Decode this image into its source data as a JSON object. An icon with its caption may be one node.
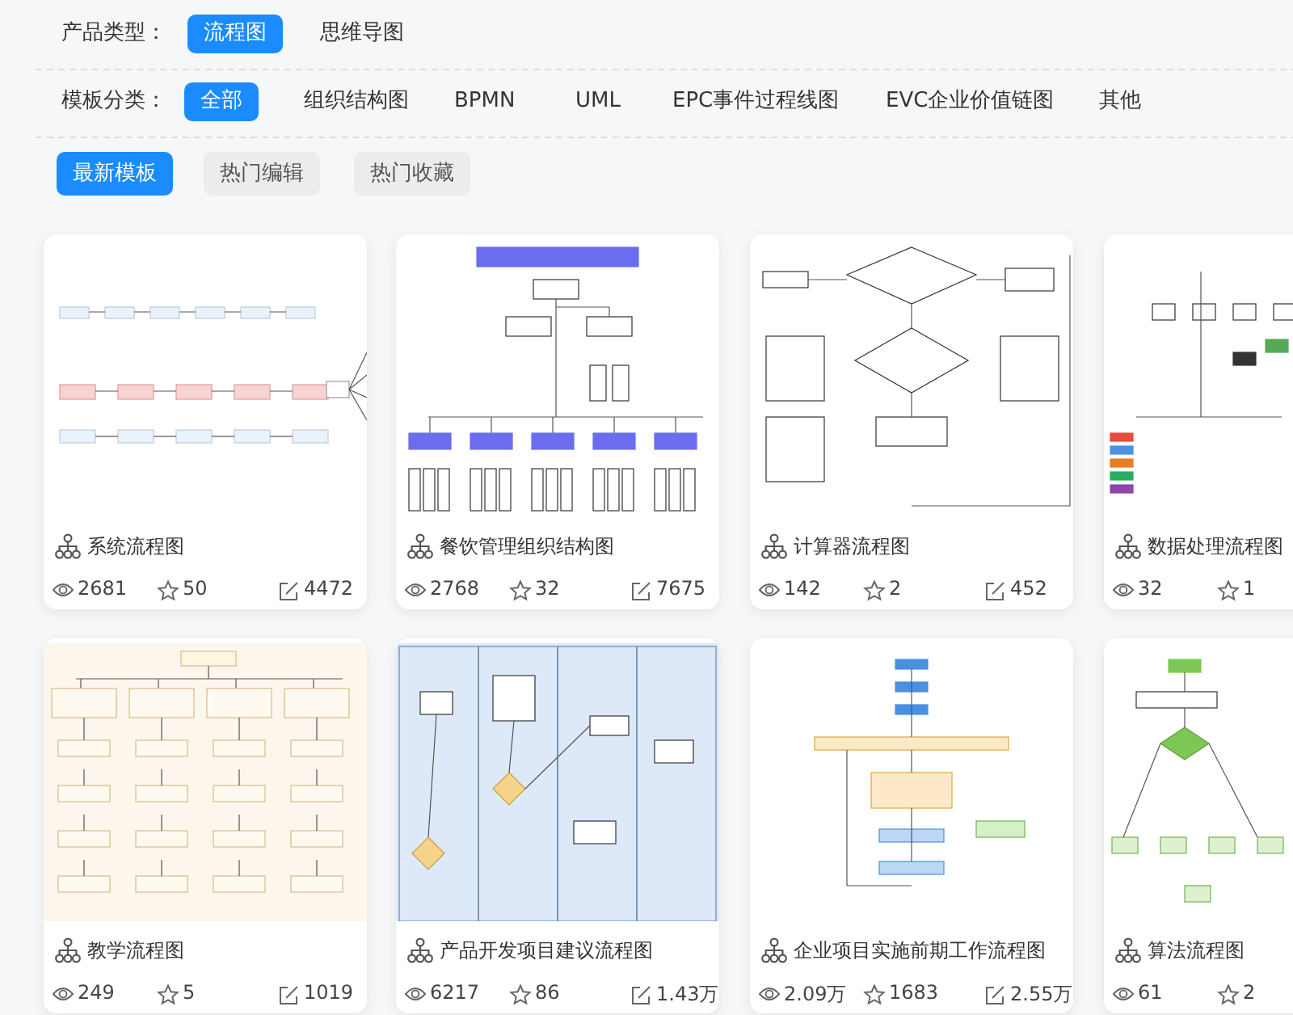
{
  "diagram": {
    "nodes": [
      {
        "text": [
          "系统流程图",
          "2681",
          "50",
          "4472"
        ]
      },
      {
        "text": [
          "餐饮管理组织结构图",
          "2768",
          "32",
          "7675"
        ]
      },
      {
        "text": [
          "计算器流程图",
          "142",
          "2",
          "452"
        ]
      },
      {
        "text": [
          "数据处理流程图",
          "32",
          "1"
        ]
      },
      {
        "text": [
          "教学流程图",
          "249",
          "5",
          "1019"
        ]
      },
      {
        "text": [
          "产品开发项目建议流程图",
          "6217",
          "86",
          "1.43万"
        ]
      },
      {
        "text": [
          "企业项目实施前期工作流程图",
          "2.09万",
          "1683",
          "2.55万"
        ]
      },
      {
        "text": [
          "算法流程图",
          "61",
          "2"
        ]
      }
    ],
    "labels": [
      "产品类型：",
      "流程图",
      "思维导图",
      "模板分类：",
      "全部",
      "组织结构图",
      "BPMN",
      "UML",
      "EPC事件过程线图",
      "EVC企业价值链图",
      "其他",
      "最新模板",
      "热门编辑",
      "热门收藏"
    ]
  }
}
